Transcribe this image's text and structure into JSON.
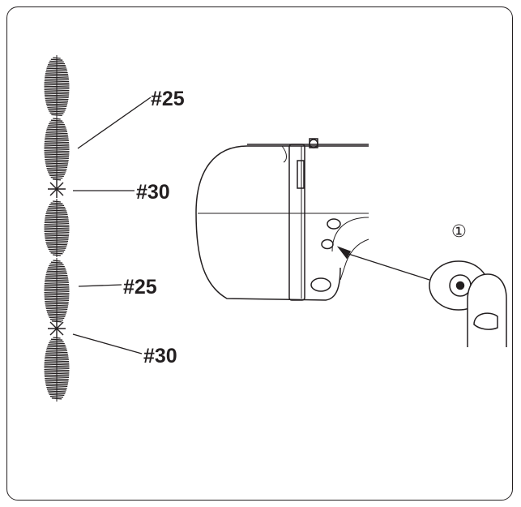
{
  "labels": {
    "stitch_top": "#25",
    "star_top": "#30",
    "stitch_lower": "#25",
    "star_lower": "#30",
    "callout": "①"
  },
  "stitch_pattern": [
    "satin-bead",
    "satin-bead",
    "star",
    "satin-bead",
    "satin-bead",
    "star",
    "satin-bead"
  ],
  "colors": {
    "ink": "#231f20",
    "background": "#ffffff"
  }
}
